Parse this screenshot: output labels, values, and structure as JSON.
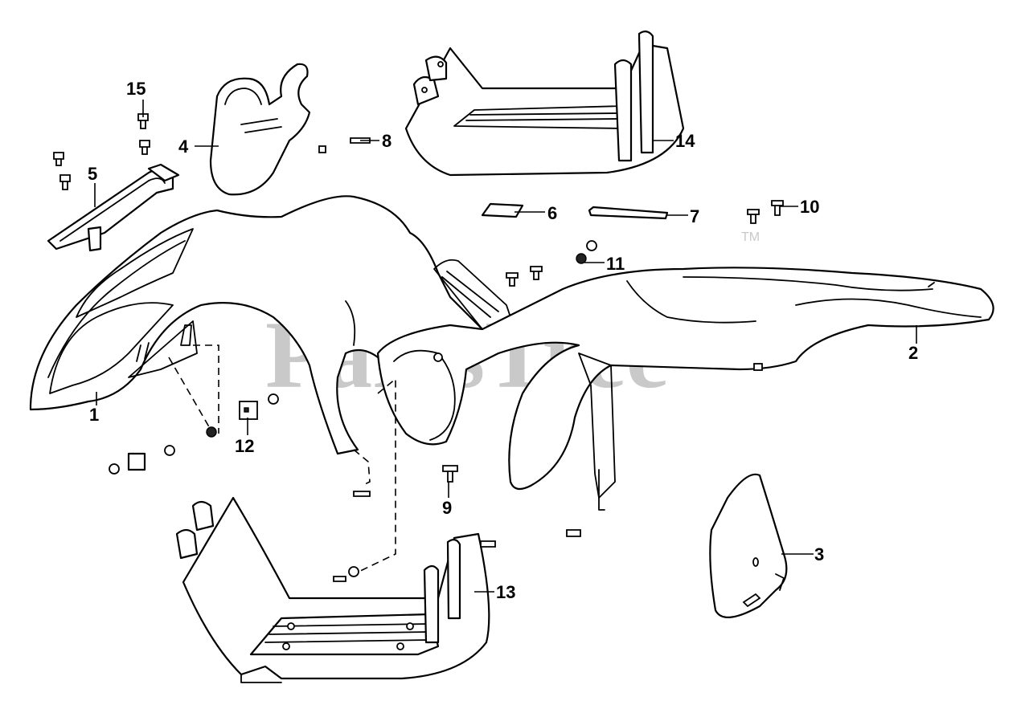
{
  "diagram": {
    "watermark": "PartsTree",
    "watermark_mark": "TM",
    "callouts": [
      {
        "id": "1",
        "label": "1"
      },
      {
        "id": "2",
        "label": "2"
      },
      {
        "id": "3",
        "label": "3"
      },
      {
        "id": "4",
        "label": "4"
      },
      {
        "id": "5",
        "label": "5"
      },
      {
        "id": "6",
        "label": "6"
      },
      {
        "id": "7",
        "label": "7"
      },
      {
        "id": "8",
        "label": "8"
      },
      {
        "id": "9",
        "label": "9"
      },
      {
        "id": "10",
        "label": "10"
      },
      {
        "id": "11",
        "label": "11"
      },
      {
        "id": "12",
        "label": "12"
      },
      {
        "id": "13",
        "label": "13"
      },
      {
        "id": "14",
        "label": "14"
      },
      {
        "id": "15",
        "label": "15"
      }
    ]
  }
}
